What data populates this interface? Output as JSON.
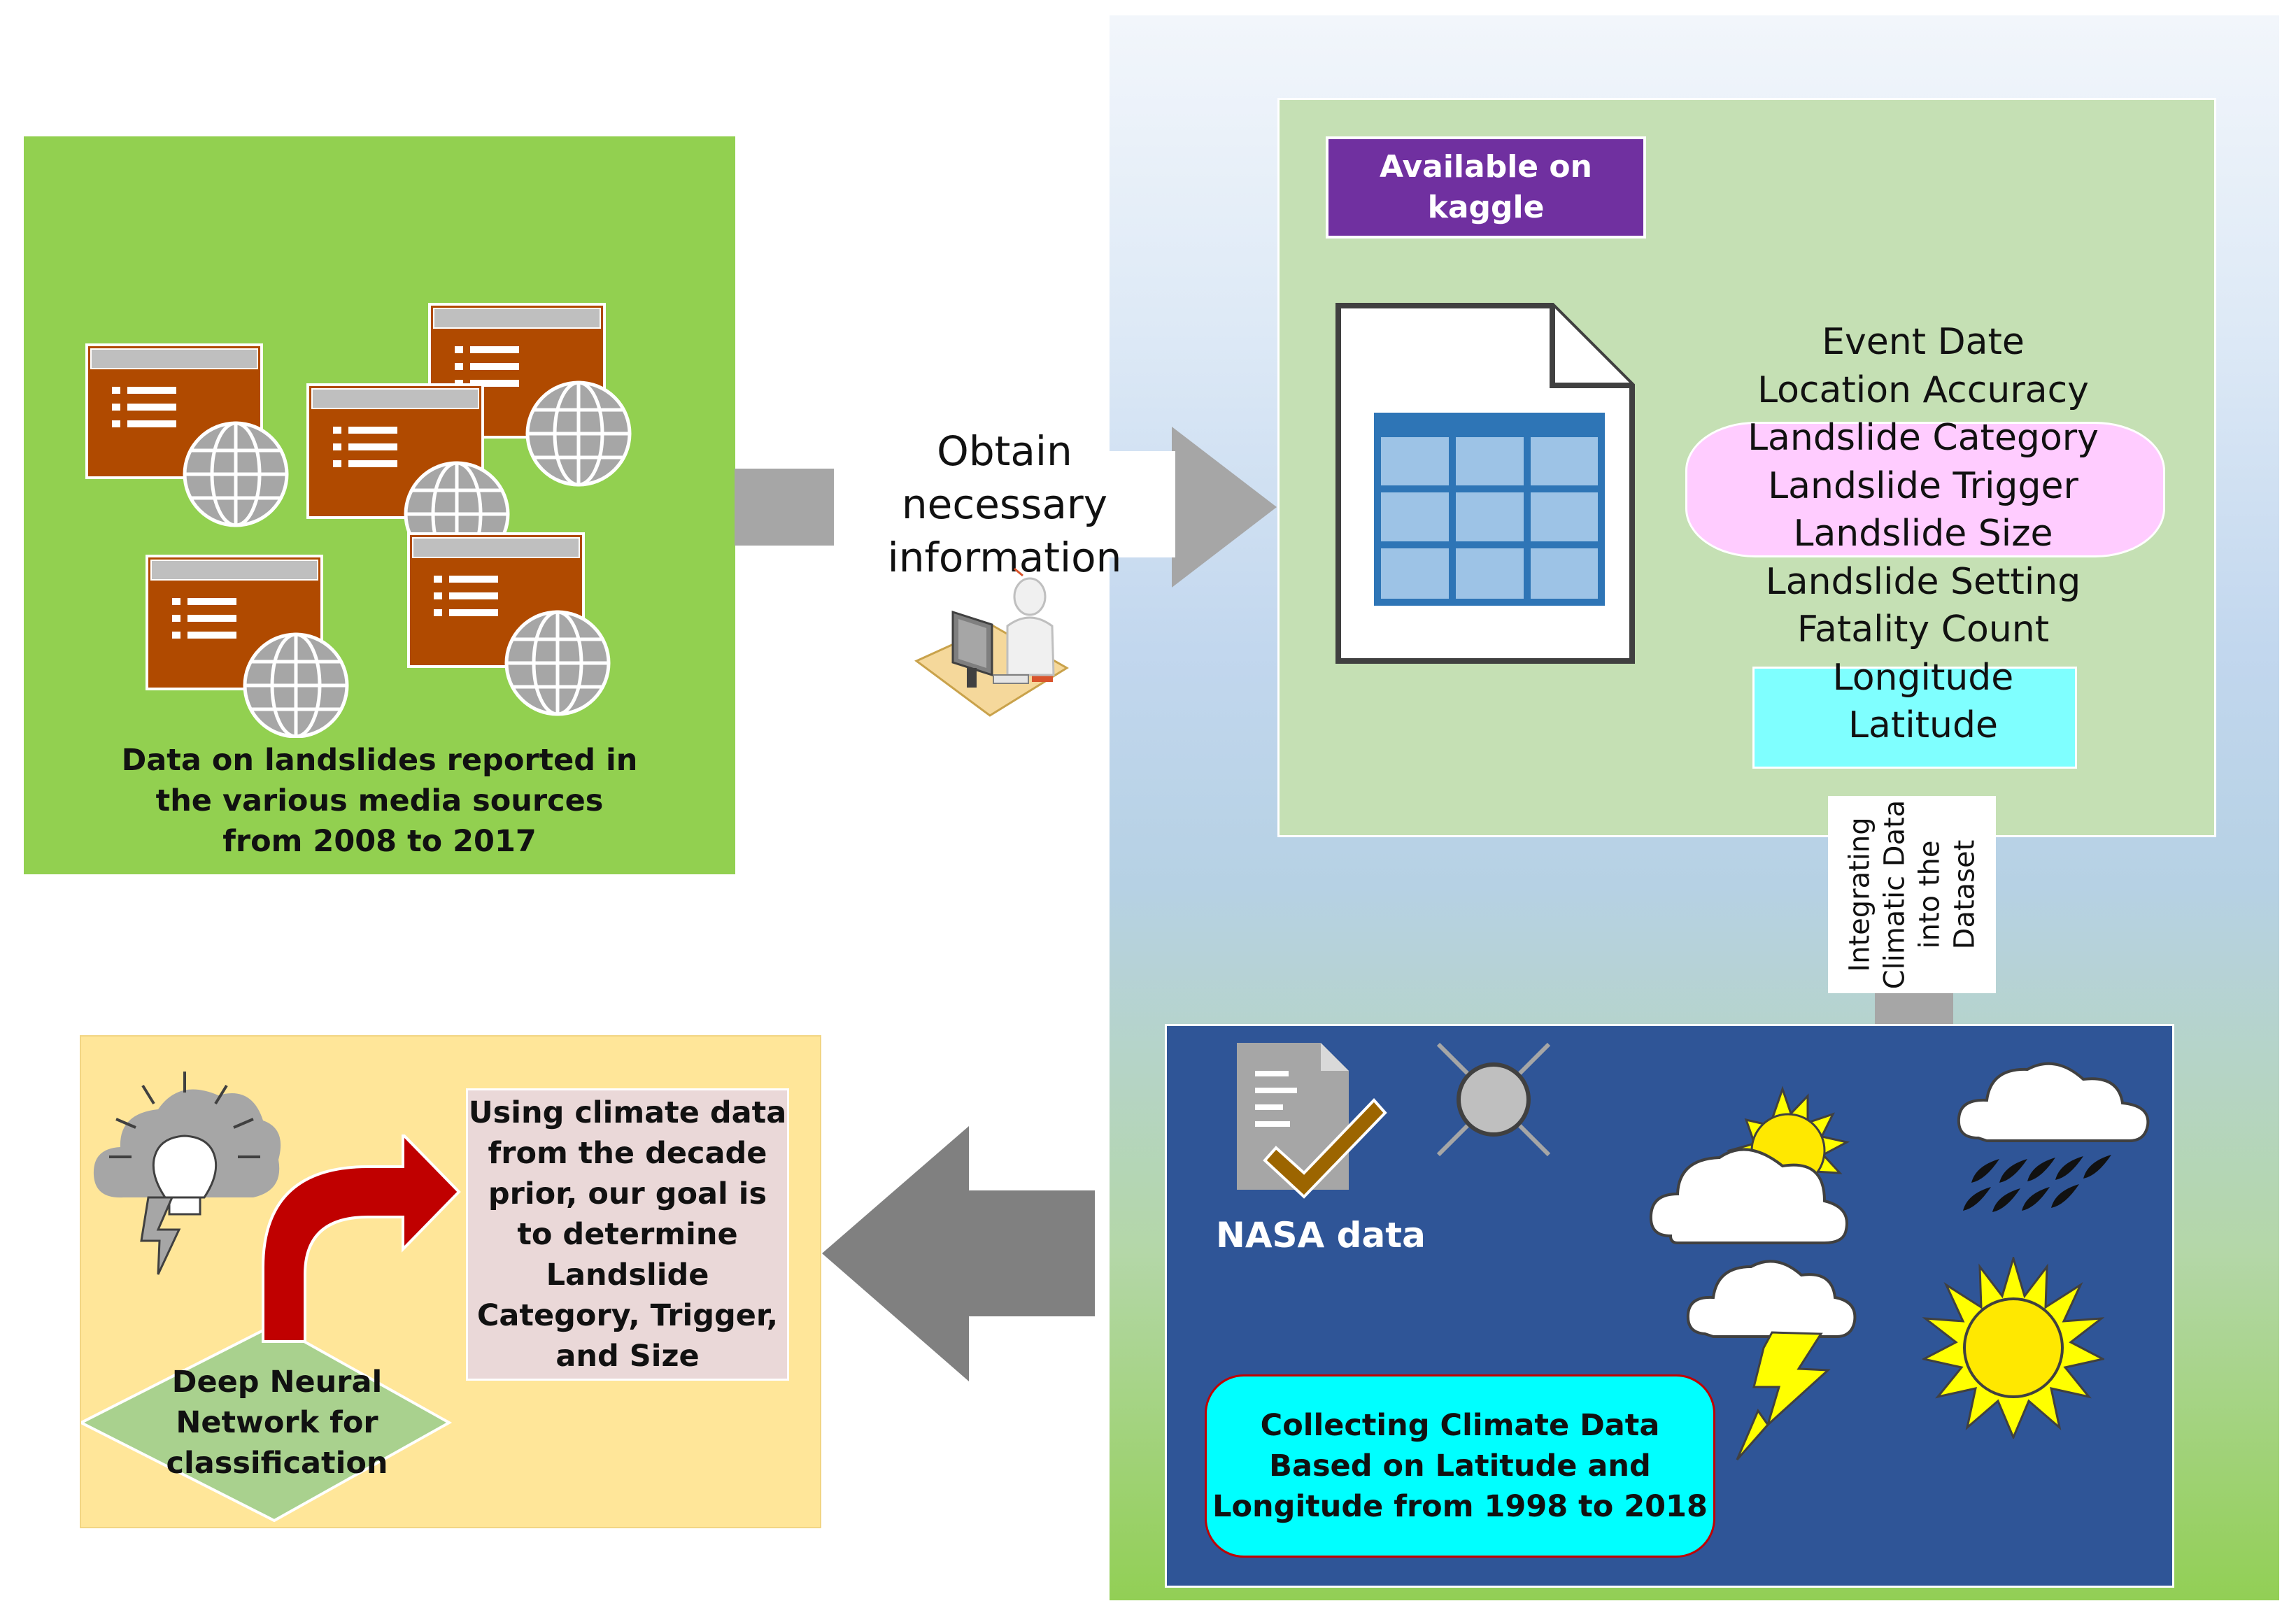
{
  "media_panel": {
    "caption_lines": [
      "Data on landslides reported in",
      "the various media sources",
      "from 2008 to 2017"
    ]
  },
  "obtain": {
    "label_lines": [
      "Obtain necessary",
      "information"
    ]
  },
  "dataset_panel": {
    "badge_lines": [
      "Available on",
      "kaggle"
    ],
    "fields": [
      "Event Date",
      "Location Accuracy",
      "Landslide Category",
      "Landslide Trigger",
      "Landslide Size",
      "Landslide Setting",
      "Fatality Count",
      "Longitude",
      "Latitude"
    ]
  },
  "integrate": {
    "label_lines": [
      "Integrating",
      "Climatic Data",
      "into the",
      "Dataset"
    ]
  },
  "nasa_panel": {
    "title": "NASA data",
    "collect_lines": [
      "Collecting  Climate Data",
      "Based on Latitude and",
      "Longitude from 1998 to 2018"
    ]
  },
  "goal_panel": {
    "goal_lines": [
      "Using climate data",
      "from the decade",
      "prior, our goal is",
      "to determine",
      "Landslide",
      "Category, Trigger,",
      "and Size"
    ],
    "dnn_lines": [
      "Deep Neural",
      "Network for",
      "classification"
    ]
  },
  "colors": {
    "media_green": "#92D050",
    "dataset_green": "#C5E0B4",
    "kaggle_purple": "#7030A0",
    "pink_highlight": "#FFCCFF",
    "cyan_highlight": "#7FFFFF",
    "nasa_blue": "#2F5597",
    "goal_yellow": "#FFE699",
    "arrow_gray": "#A6A6A6",
    "dnn_green": "#A9D18E",
    "web_brown": "#B04A00",
    "arrow_red": "#C00000"
  },
  "icons": [
    "web-page-globe-icon",
    "user-workstation-icon",
    "table-document-icon",
    "checked-document-icon",
    "sun-cloud-icon",
    "rain-cloud-icon",
    "storm-cloud-icon",
    "sun-icon",
    "idea-cloud-icon",
    "curved-arrow-icon"
  ]
}
